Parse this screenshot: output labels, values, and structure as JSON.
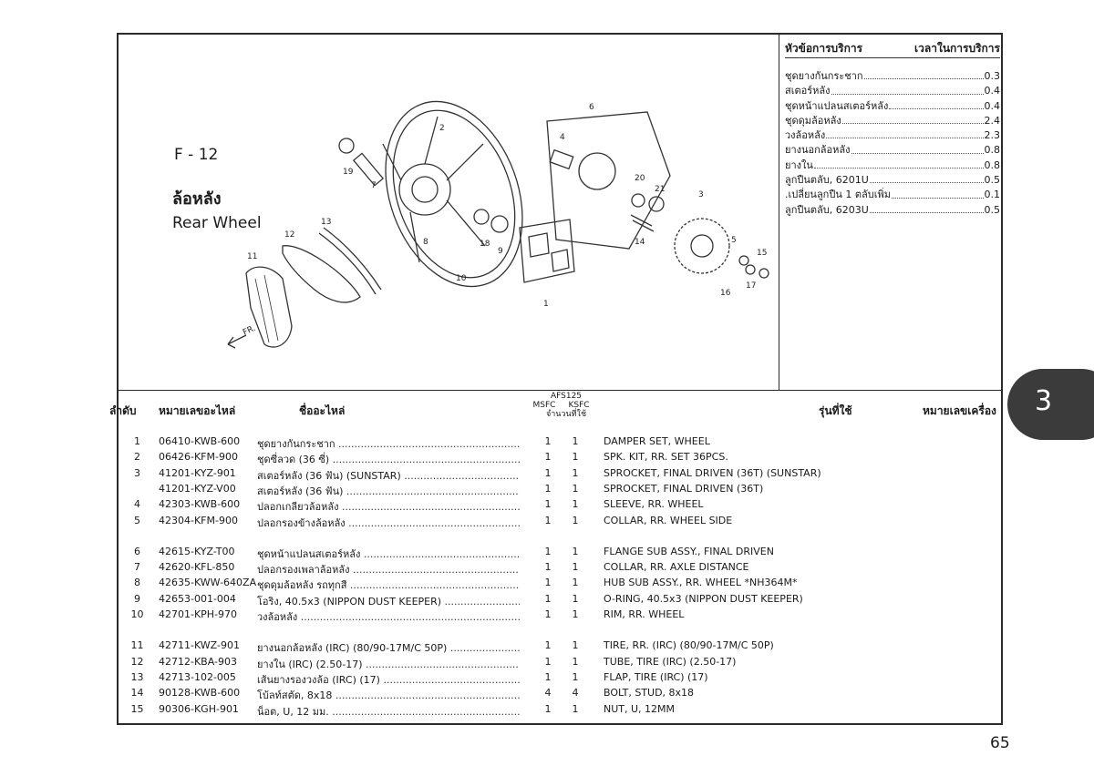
{
  "figure": {
    "code": "F - 12",
    "title_th": "ล้อหลัง",
    "title_en": "Rear Wheel"
  },
  "callouts": [
    "1",
    "2",
    "3",
    "4",
    "5",
    "6",
    "7",
    "8",
    "9",
    "10",
    "11",
    "12",
    "13",
    "14",
    "15",
    "16",
    "17",
    "18",
    "19",
    "20",
    "21"
  ],
  "front_label": "FR.",
  "service_table": {
    "header_left": "หัวข้อการบริการ",
    "header_right": "เวลาในการบริการ",
    "rows": [
      {
        "name": "ชุดยางกันกระชาก",
        "time": "0.3"
      },
      {
        "name": "สเตอร์หลัง",
        "time": "0.4"
      },
      {
        "name": "ชุดหน้าแปลนสเตอร์หลัง",
        "time": "0.4"
      },
      {
        "name": "ชุดดุมล้อหลัง",
        "time": "2.4"
      },
      {
        "name": "วงล้อหลัง",
        "time": "2.3"
      },
      {
        "name": "ยางนอกล้อหลัง",
        "time": "0.8"
      },
      {
        "name": "ยางใน",
        "time": "0.8"
      },
      {
        "name": "ลูกปืนตลับ, 6201U",
        "time": "0.5"
      },
      {
        "name": ".เปลี่ยนลูกปืน 1 ตลับเพิ่ม",
        "time": "0.1"
      },
      {
        "name": "ลูกปืนตลับ, 6203U",
        "time": "0.5"
      }
    ]
  },
  "parts_header": {
    "no": "ลำดับ",
    "part_no": "หมายเลขอะไหล่",
    "name": "ชื่ออะไหล่",
    "model": "AFS125",
    "col1": "MSFC",
    "col2": "KSFC",
    "qty": "จำนวนที่ใช้",
    "applicable": "รุ่นที่ใช้",
    "engine_no": "หมายเลขเครื่อง"
  },
  "parts": [
    {
      "no": "1",
      "pn": "06410-KWB-600",
      "th": "ชุดยางกันกระชาก",
      "q1": "1",
      "q2": "1",
      "en": "DAMPER SET, WHEEL"
    },
    {
      "no": "2",
      "pn": "06426-KFM-900",
      "th": "ชุดซี่ลวด (36 ซี่)",
      "q1": "1",
      "q2": "1",
      "en": "SPK. KIT, RR. SET 36PCS."
    },
    {
      "no": "3",
      "pn": "41201-KYZ-901",
      "th": "สเตอร์หลัง (36 ฟัน) (SUNSTAR)",
      "q1": "1",
      "q2": "1",
      "en": "SPROCKET, FINAL DRIVEN (36T) (SUNSTAR)"
    },
    {
      "no": "",
      "pn": "41201-KYZ-V00",
      "th": "สเตอร์หลัง (36 ฟัน)",
      "q1": "1",
      "q2": "1",
      "en": "SPROCKET, FINAL DRIVEN (36T)"
    },
    {
      "no": "4",
      "pn": "42303-KWB-600",
      "th": "ปลอกเกลียวล้อหลัง",
      "q1": "1",
      "q2": "1",
      "en": "SLEEVE, RR. WHEEL"
    },
    {
      "no": "5",
      "pn": "42304-KFM-900",
      "th": "ปลอกรองข้างล้อหลัง",
      "q1": "1",
      "q2": "1",
      "en": "COLLAR, RR. WHEEL SIDE"
    },
    {
      "no": "6",
      "pn": "42615-KYZ-T00",
      "th": "ชุดหน้าแปลนสเตอร์หลัง",
      "q1": "1",
      "q2": "1",
      "en": "FLANGE SUB ASSY., FINAL DRIVEN"
    },
    {
      "no": "7",
      "pn": "42620-KFL-850",
      "th": "ปลอกรองเพลาล้อหลัง",
      "q1": "1",
      "q2": "1",
      "en": "COLLAR, RR. AXLE DISTANCE"
    },
    {
      "no": "8",
      "pn": "42635-KWW-640ZA",
      "th": "ชุดดุมล้อหลัง รถทุกสี",
      "q1": "1",
      "q2": "1",
      "en": "HUB SUB ASSY., RR. WHEEL *NH364M*"
    },
    {
      "no": "9",
      "pn": "42653-001-004",
      "th": "โอริง, 40.5x3 (NIPPON DUST KEEPER)",
      "q1": "1",
      "q2": "1",
      "en": "O-RING, 40.5x3 (NIPPON DUST KEEPER)"
    },
    {
      "no": "10",
      "pn": "42701-KPH-970",
      "th": "วงล้อหลัง",
      "q1": "1",
      "q2": "1",
      "en": "RIM, RR. WHEEL"
    },
    {
      "no": "11",
      "pn": "42711-KWZ-901",
      "th": "ยางนอกล้อหลัง (IRC) (80/90-17M/C 50P)",
      "q1": "1",
      "q2": "1",
      "en": "TIRE, RR. (IRC) (80/90-17M/C 50P)"
    },
    {
      "no": "12",
      "pn": "42712-KBA-903",
      "th": "ยางใน (IRC) (2.50-17)",
      "q1": "1",
      "q2": "1",
      "en": "TUBE, TIRE (IRC) (2.50-17)"
    },
    {
      "no": "13",
      "pn": "42713-102-005",
      "th": "เส้นยางรองวงล้อ (IRC) (17)",
      "q1": "1",
      "q2": "1",
      "en": "FLAP, TIRE (IRC) (17)"
    },
    {
      "no": "14",
      "pn": "90128-KWB-600",
      "th": "โบ้ลท์สตัด, 8x18",
      "q1": "4",
      "q2": "4",
      "en": "BOLT, STUD, 8x18"
    },
    {
      "no": "15",
      "pn": "90306-KGH-901",
      "th": "น็อต, U, 12 มม.",
      "q1": "1",
      "q2": "1",
      "en": "NUT, U, 12MM"
    }
  ],
  "chapter_tab": "3",
  "page_number": "65"
}
